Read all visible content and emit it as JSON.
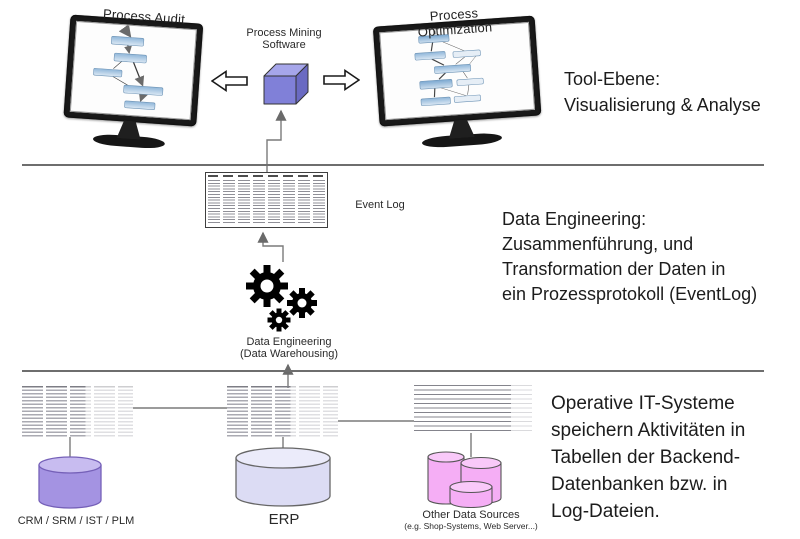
{
  "monitors": {
    "left_title": "Process Audit",
    "right_title": "Process Optimization"
  },
  "cube_label": "Process Mining Software",
  "event_log_label": "Event Log",
  "gears_label": {
    "line1": "Data Engineering",
    "line2": "(Data Warehousing)"
  },
  "databases": {
    "crm_label": "CRM / SRM / IST / PLM",
    "erp_label": "ERP",
    "other_label_line1": "Other Data Sources",
    "other_label_line2": "(e.g. Shop-Systems, Web Server...)"
  },
  "annotations": {
    "tool": {
      "lines": [
        "Tool-Ebene:",
        "Visualisierung & Analyse"
      ]
    },
    "data_engineering": {
      "lines": [
        "Data Engineering:",
        "Zusammenführung, und",
        "Transformation der Daten in",
        "ein Prozessprotokoll (EventLog)"
      ]
    },
    "operative": {
      "lines": [
        "Operative IT-Systeme",
        "speichern Aktivitäten in",
        "Tabellen der Backend-",
        "Datenbanken bzw. in",
        "Log-Dateien."
      ]
    }
  },
  "colors": {
    "cube_front": "#8080d8",
    "cube_top": "#a6a6ea",
    "cube_side": "#6a6ac2",
    "crm_body": "#a493e2",
    "crm_top": "#c8bcf0",
    "erp_body": "#dcdcf4",
    "erp_top": "#ebebfa",
    "other_body": "#f5aef5",
    "other_top": "#f9c9f9",
    "flow_box_blue": "#8fb6d9"
  }
}
